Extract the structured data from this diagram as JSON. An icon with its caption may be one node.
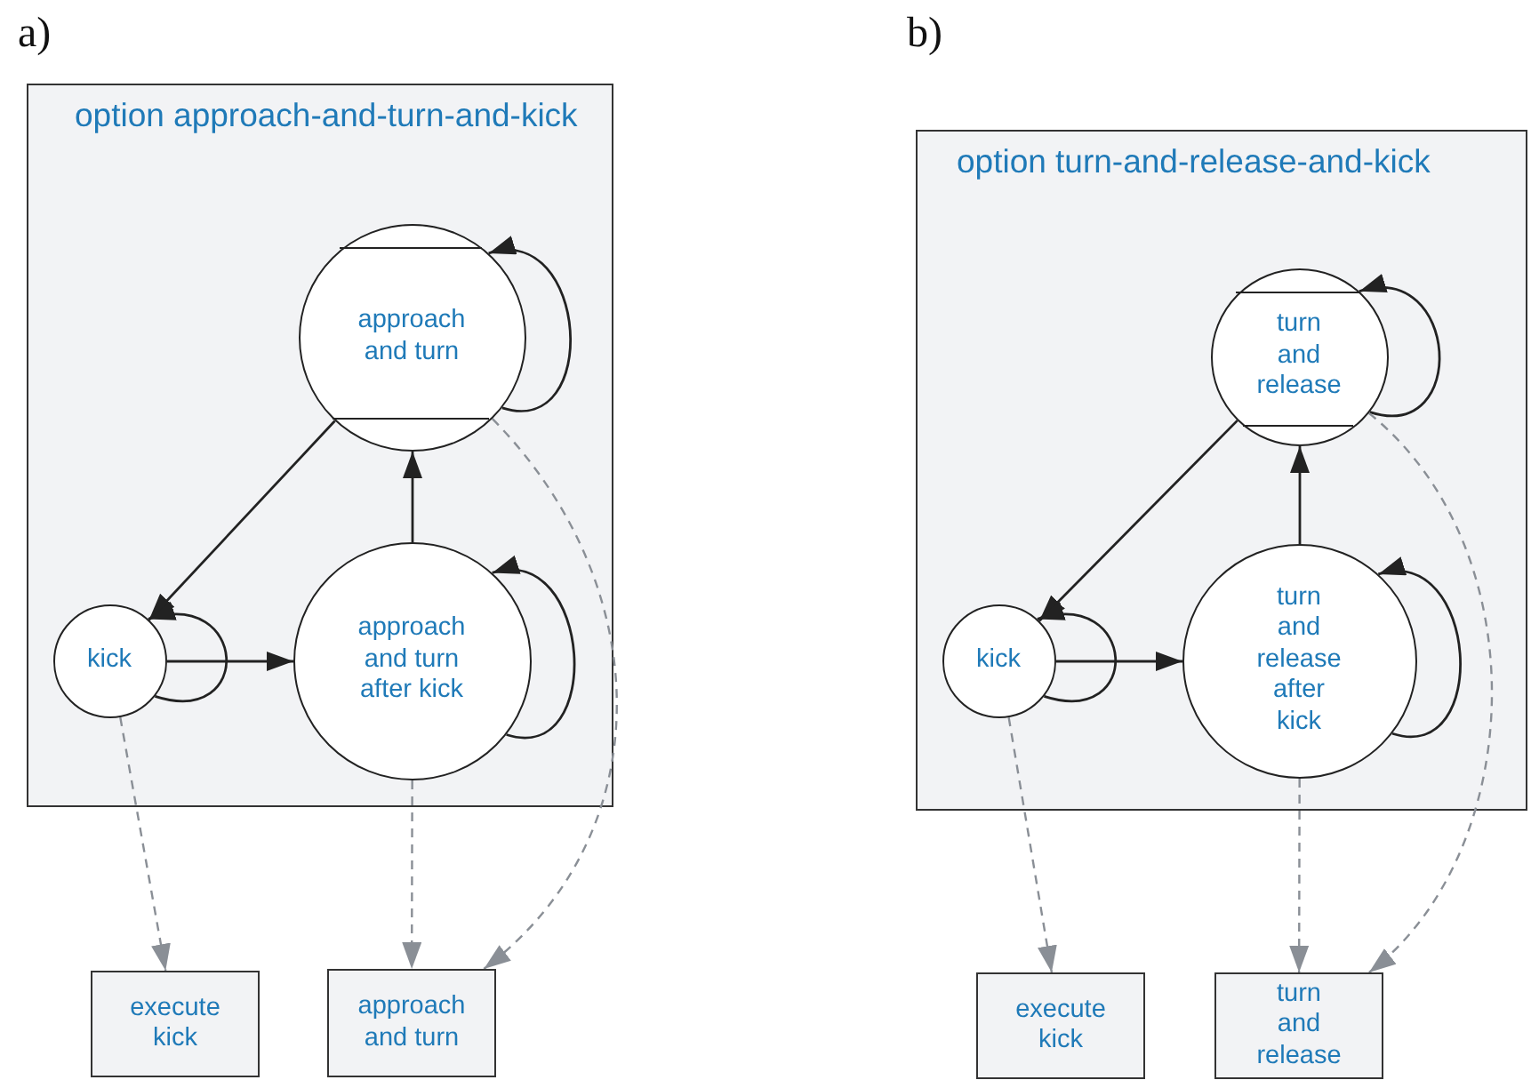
{
  "diagram": {
    "nodes": [
      {
        "text": [
          "option approach-and-turn-and-kick"
        ]
      },
      {
        "text": [
          "approach and turn"
        ],
        "in": 0
      },
      {
        "text": [
          "kick"
        ],
        "in": 0
      },
      {
        "text": [
          "approach and turn after kick"
        ],
        "in": 0
      },
      {
        "text": [
          "execute kick"
        ]
      },
      {
        "text": [
          "approach and turn"
        ]
      },
      {
        "text": [
          "option turn-and-release-and-kick"
        ]
      },
      {
        "text": [
          "turn and release"
        ],
        "in": 6
      },
      {
        "text": [
          "kick"
        ],
        "in": 6
      },
      {
        "text": [
          "turn and release after kick"
        ],
        "in": 6
      },
      {
        "text": [
          "execute kick"
        ]
      },
      {
        "text": [
          "turn and release"
        ]
      }
    ],
    "edges": [
      {
        "from": 1,
        "to": 2,
        "arrow": "to"
      },
      {
        "from": 2,
        "to": 3,
        "arrow": "to"
      },
      {
        "from": 3,
        "to": 1,
        "arrow": "to"
      },
      {
        "from": 1,
        "to": 1,
        "arrow": "to"
      },
      {
        "from": 2,
        "to": 2,
        "arrow": "to"
      },
      {
        "from": 3,
        "to": 3,
        "arrow": "to"
      },
      {
        "from": 2,
        "to": 4,
        "arrow": "to",
        "style": "dashed",
        "color": "#8a8f96"
      },
      {
        "from": 3,
        "to": 5,
        "arrow": "to",
        "style": "dashed",
        "color": "#8a8f96"
      },
      {
        "from": 1,
        "to": 5,
        "arrow": "to",
        "style": "dashed",
        "color": "#8a8f96"
      },
      {
        "from": 7,
        "to": 8,
        "arrow": "to"
      },
      {
        "from": 8,
        "to": 9,
        "arrow": "to"
      },
      {
        "from": 9,
        "to": 7,
        "arrow": "to"
      },
      {
        "from": 7,
        "to": 7,
        "arrow": "to"
      },
      {
        "from": 8,
        "to": 8,
        "arrow": "to"
      },
      {
        "from": 9,
        "to": 9,
        "arrow": "to"
      },
      {
        "from": 8,
        "to": 10,
        "arrow": "to",
        "style": "dashed",
        "color": "#8a8f96"
      },
      {
        "from": 9,
        "to": 11,
        "arrow": "to",
        "style": "dashed",
        "color": "#8a8f96"
      },
      {
        "from": 7,
        "to": 11,
        "arrow": "to",
        "style": "dashed",
        "color": "#8a8f96"
      }
    ],
    "labels": [
      "a)",
      "b)"
    ]
  }
}
